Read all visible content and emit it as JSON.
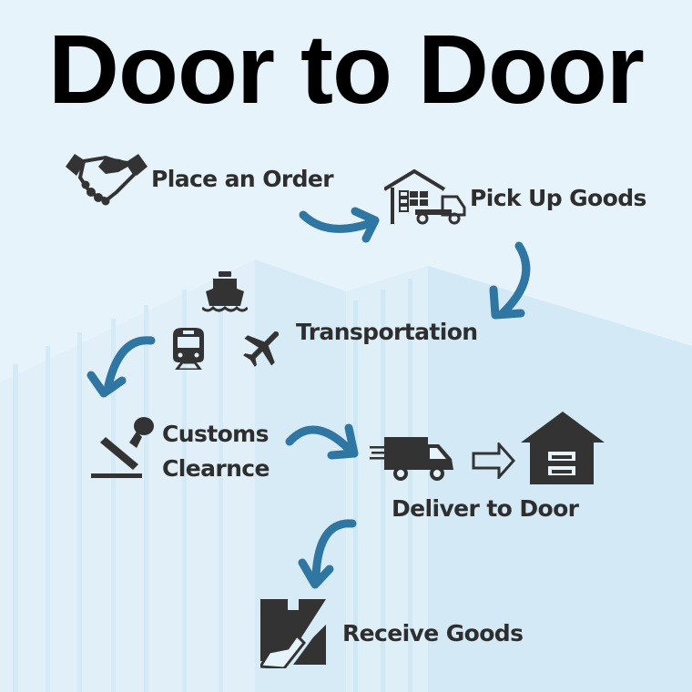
{
  "title": "Door to Door",
  "colors": {
    "background": "#e6f3fa",
    "building": "#cfe7f4",
    "arrow": "#2f76a3",
    "icon": "#333333",
    "text": "#2e2e2e",
    "title": "#000000"
  },
  "steps": [
    {
      "id": "place-order",
      "label": "Place an Order",
      "icon": "handshake-icon"
    },
    {
      "id": "pick-up",
      "label": "Pick Up Goods",
      "icon": "warehouse-truck-icon"
    },
    {
      "id": "transportation",
      "label": "Transportation",
      "icons": [
        "ship-icon",
        "train-icon",
        "airplane-icon"
      ]
    },
    {
      "id": "customs",
      "label_line1": "Customs",
      "label_line2": "Clearnce",
      "icon": "stamp-icon"
    },
    {
      "id": "deliver",
      "label": "Deliver to Door",
      "icons": [
        "delivery-truck-icon",
        "outline-arrow-icon",
        "garage-house-icon"
      ]
    },
    {
      "id": "receive",
      "label": "Receive Goods",
      "icon": "package-box-icon"
    }
  ]
}
